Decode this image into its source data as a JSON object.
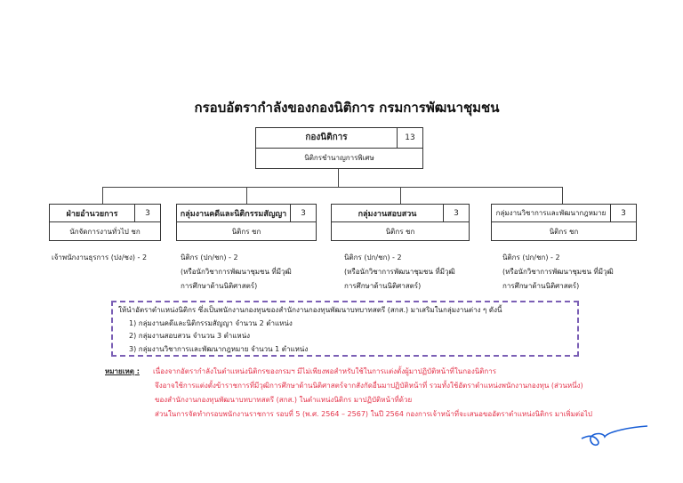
{
  "title": "กรอบอัตรากำลังของกองนิติการ  กรมการพัฒนาชุมชน",
  "top_unit": {
    "name": "กองนิติการ",
    "count": "13",
    "head": "นิติกรชำนาญการพิเศษ"
  },
  "units": [
    {
      "name": "ฝ่ายอำนวยการ",
      "count": "3",
      "head": "นักจัดการงานทั่วไป ชก",
      "staff": [
        "เจ้าพนักงานธุรการ (ปง/ชง)    - 2"
      ]
    },
    {
      "name": "กลุ่มงานคดีและนิติกรรมสัญญา",
      "count": "3",
      "head": "นิติกร ชก",
      "staff": [
        "นิติกร (ปก/ชก)      - 2",
        "(หรือนักวิชาการพัฒนาชุมชน ที่มีวุฒิ",
        "การศึกษาด้านนิติศาสตร์)"
      ]
    },
    {
      "name": "กลุ่มงานสอบสวน",
      "count": "3",
      "head": "นิติกร ชก",
      "staff": [
        "นิติกร (ปก/ชก)      - 2",
        "(หรือนักวิชาการพัฒนาชุมชน ที่มีวุฒิ",
        "การศึกษาด้านนิติศาสตร์)"
      ]
    },
    {
      "name": "กลุ่มงานวิชาการและพัฒนากฎหมาย",
      "count": "3",
      "head": "นิติกร ชก",
      "staff": [
        "นิติกร (ปก/ชก)      - 2",
        "(หรือนักวิชาการพัฒนาชุมชน ที่มีวุฒิ",
        "การศึกษาด้านนิติศาสตร์)"
      ]
    }
  ],
  "supplement": {
    "intro": "ให้นำอัตราตำแหน่งนิติกร ซึ่งเป็นพนักงานกองทุนของสำนักงานกองทุนพัฒนาบทบาทสตรี (สกส.) มาเสริมในกลุ่มงานต่าง ๆ ดังนี้",
    "items": [
      "1) กลุ่มงานคดีและนิติกรรมสัญญา   จำนวน   2  ตำแหน่ง",
      "2) กลุ่มงานสอบสวน      จำนวน   3  ตำแหน่ง",
      "3) กลุ่มงานวิชาการและพัฒนากฎหมาย    จำนวน   1  ตำแหน่ง"
    ]
  },
  "note": {
    "label": "หมายเหตุ :",
    "lines": [
      "เนื่องจากอัตรากำลังในตำแหน่งนิติกรของกรมฯ มีไม่เพียงพอสำหรับใช้ในการแต่งตั้งผู้มาปฏิบัติหน้าที่ในกองนิติการ",
      "จึงอาจใช้การแต่งตั้งข้าราชการที่มีวุฒิการศึกษาด้านนิติศาสตร์จากสังกัดอื่นมาปฏิบัติหน้าที่  รวมทั้งใช้อัตราตำแหน่งพนักงานกองทุน (ส่วนหนึ่ง)",
      "ของสำนักงานกองทุนพัฒนาบทบาทสตรี (สกส.) ในตำแหน่งนิติกร มาปฏิบัติหน้าที่ด้วย",
      "ส่วนในการจัดทำกรอบพนักงานราชการ รอบที่ 5 (พ.ศ. 2564 – 2567) ในปี 2564 กองการเจ้าหน้าที่จะเสนอขออัตราตำแหน่งนิติกร มาเพิ่มต่อไป"
    ]
  },
  "colors": {
    "note_red": "#e4334a",
    "dash_purple": "#7b5fb5",
    "signature_blue": "#1a5fd6"
  }
}
